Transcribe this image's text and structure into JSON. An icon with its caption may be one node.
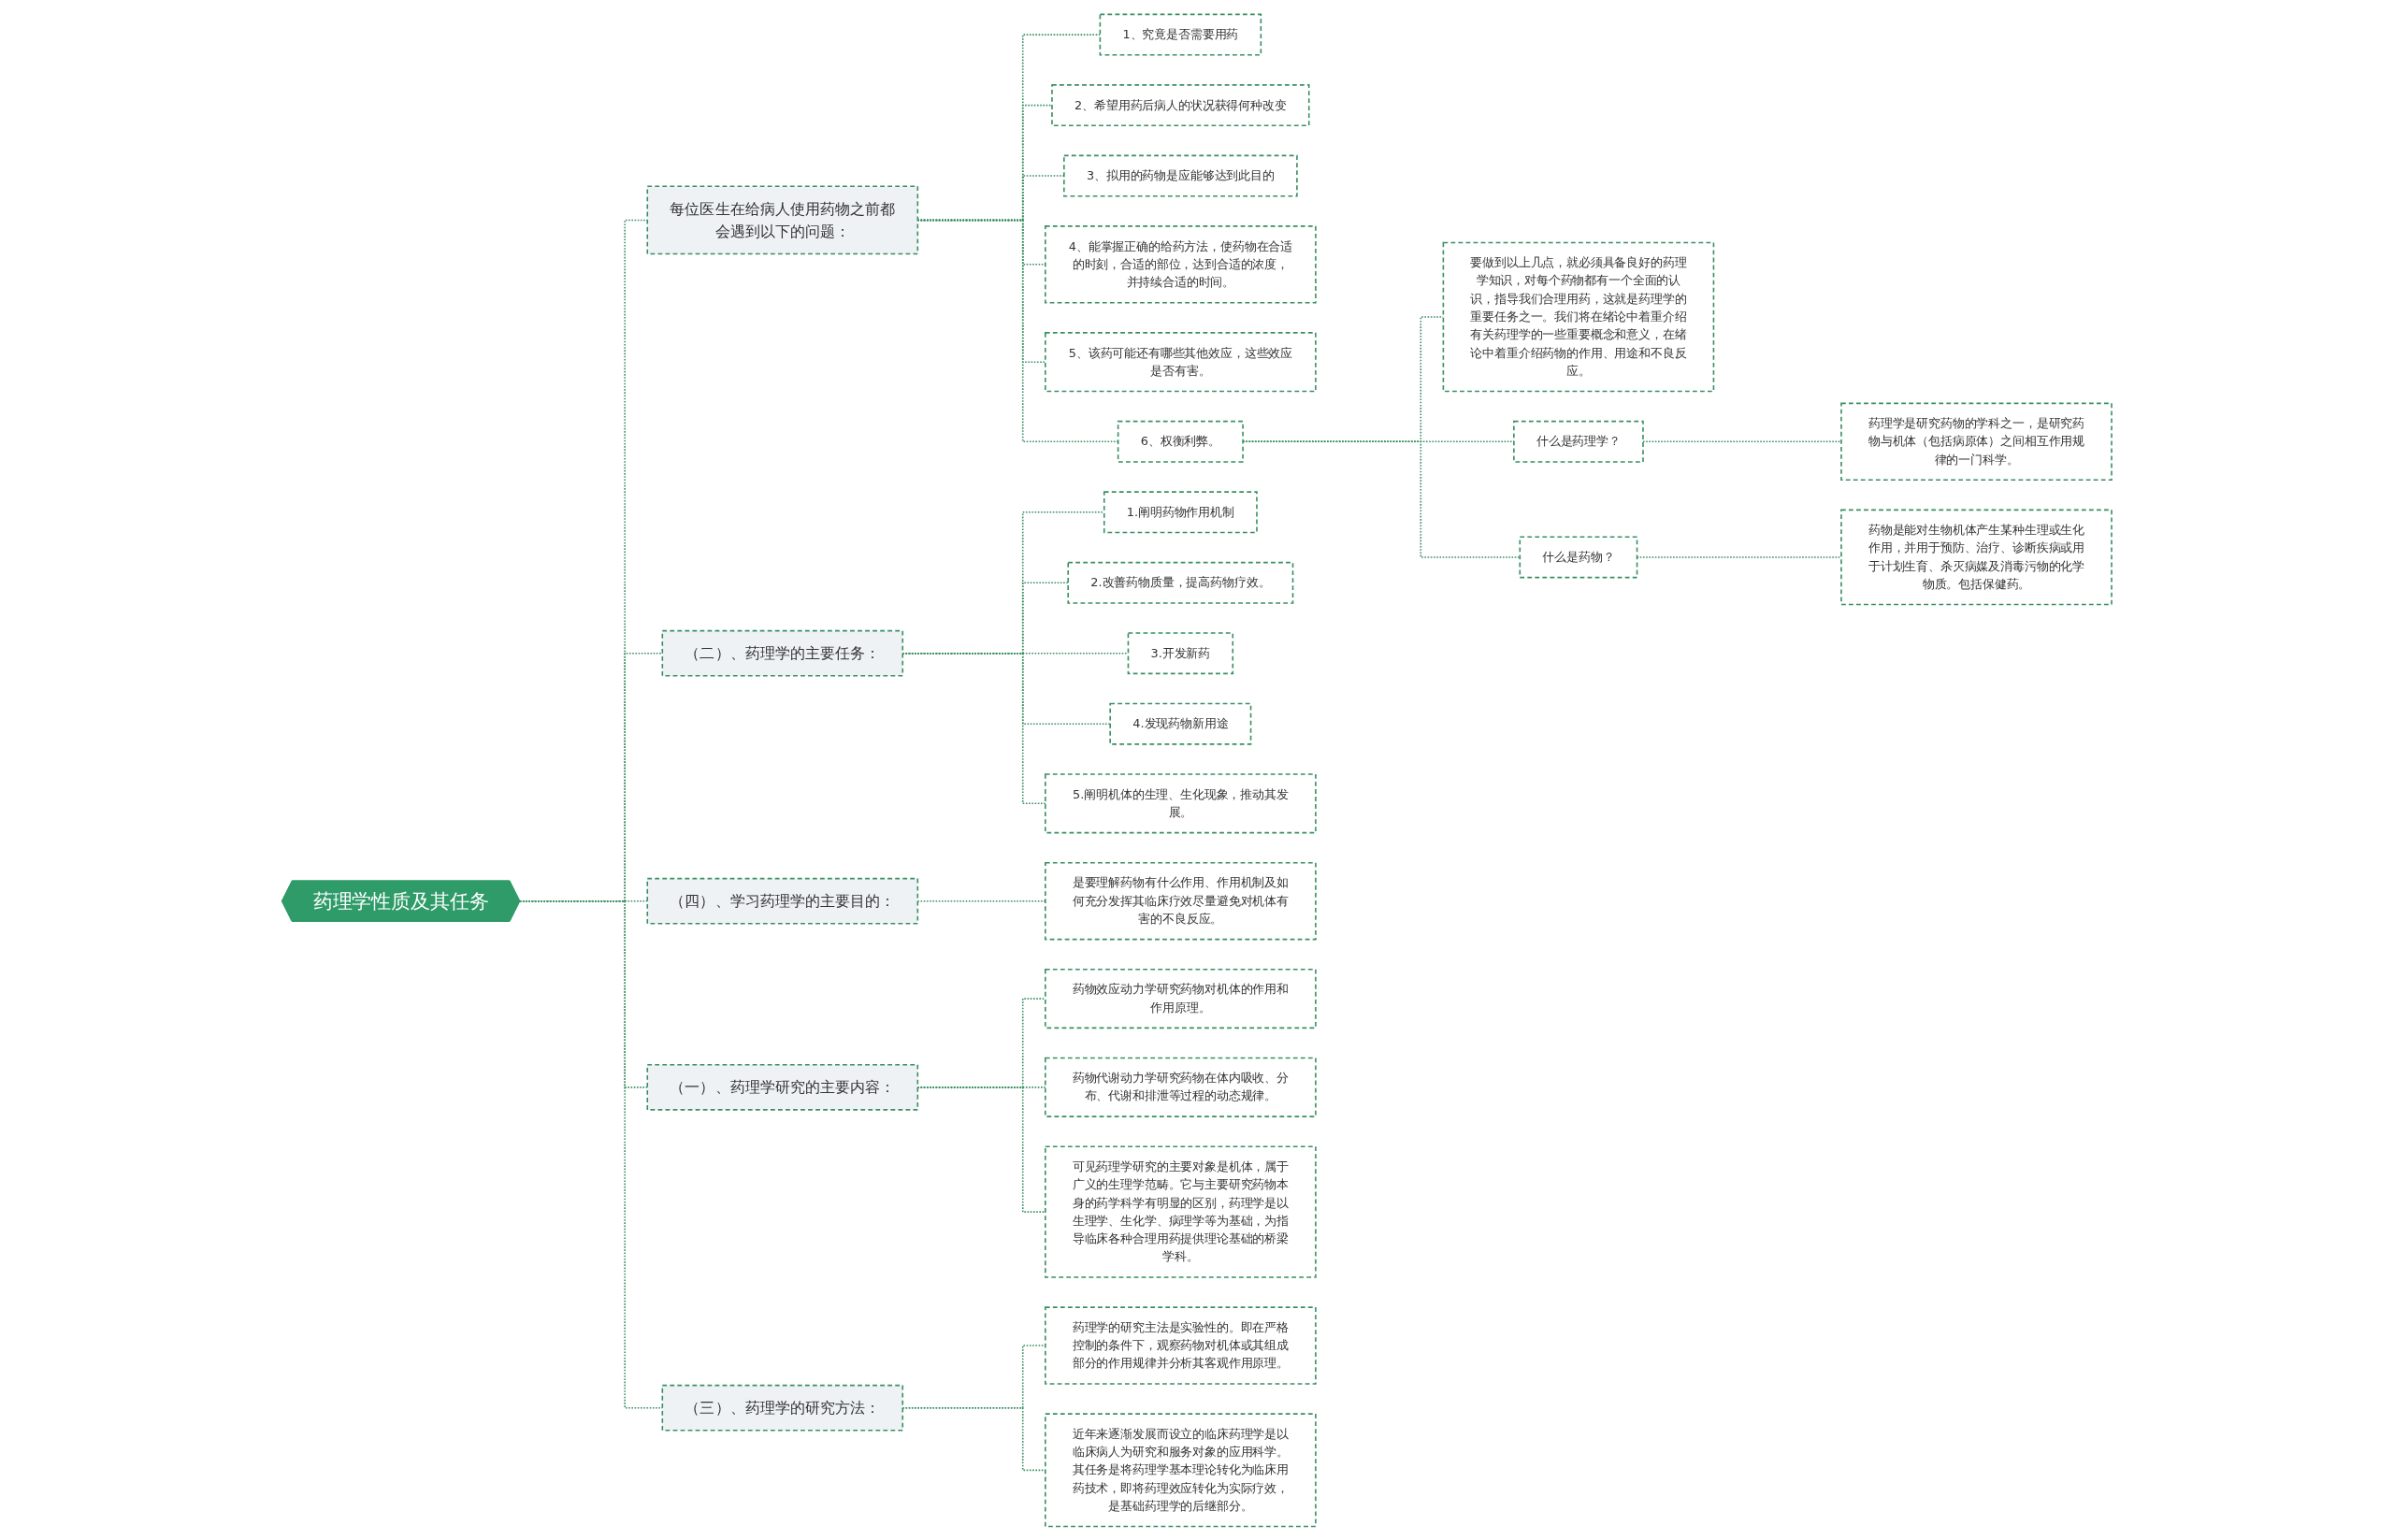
{
  "diagram": {
    "nodes": [
      {
        "text": [
          "药理学性质及其任务"
        ]
      },
      {
        "text": [
          "每位医生在给病人使用药物之前都会遇到以下的问题："
        ]
      },
      {
        "text": [
          "1、究竟是否需要用药"
        ]
      },
      {
        "text": [
          "2、希望用药后病人的状况获得何种改变"
        ]
      },
      {
        "text": [
          "3、拟用的药物是应能够达到此目的"
        ]
      },
      {
        "text": [
          "4、能掌握正确的给药方法，使药物在合适的时刻，合适的部位，达到合适的浓度，并持续合适的时间。"
        ]
      },
      {
        "text": [
          "5、该药可能还有哪些其他效应，这些效应是否有害。"
        ]
      },
      {
        "text": [
          "6、权衡利弊。"
        ]
      },
      {
        "text": [
          "要做到以上几点，就必须具备良好的药理学知识，对每个药物都有一个全面的认识，指导我们合理用药，这就是药理学的重要任务之一。我们将在绪论中着重介绍有关药理学的一些重要概念和意义，在绪论中着重介绍药物的作用、用途和不良反应。"
        ]
      },
      {
        "text": [
          "什么是药理学？"
        ]
      },
      {
        "text": [
          "药理学是研究药物的学科之一，是研究药物与机体（包括病原体）之间相互作用规律的一门科学。"
        ]
      },
      {
        "text": [
          "什么是药物？"
        ]
      },
      {
        "text": [
          "药物是能对生物机体产生某种生理或生化作用，并用于预防、治疗、诊断疾病或用于计划生育、杀灭病媒及消毒污物的化学物质。包括保健药。"
        ]
      },
      {
        "text": [
          "（二）、药理学的主要任务："
        ]
      },
      {
        "text": [
          "1.阐明药物作用机制"
        ]
      },
      {
        "text": [
          "2.改善药物质量，提高药物疗效。"
        ]
      },
      {
        "text": [
          "3.开发新药"
        ]
      },
      {
        "text": [
          "4.发现药物新用途"
        ]
      },
      {
        "text": [
          "5.阐明机体的生理、生化现象，推动其发展。"
        ]
      },
      {
        "text": [
          "（四）、学习药理学的主要目的："
        ]
      },
      {
        "text": [
          "是要理解药物有什么作用、作用机制及如何充分发挥其临床疗效尽量避免对机体有害的不良反应。"
        ]
      },
      {
        "text": [
          "（一）、药理学研究的主要内容："
        ]
      },
      {
        "text": [
          "药物效应动力学研究药物对机体的作用和作用原理。"
        ]
      },
      {
        "text": [
          "药物代谢动力学研究药物在体内吸收、分布、代谢和排泄等过程的动态规律。"
        ]
      },
      {
        "text": [
          "可见药理学研究的主要对象是机体，属于广义的生理学范畴。它与主要研究药物本身的药学科学有明显的区别，药理学是以生理学、生化学、病理学等为基础，为指导临床各种合理用药提供理论基础的桥梁学科。"
        ]
      },
      {
        "text": [
          "（三）、药理学的研究方法："
        ]
      },
      {
        "text": [
          "药理学的研究主法是实验性的。即在严格控制的条件下，观察药物对机体或其组成部分的作用规律并分析其客观作用原理。"
        ]
      },
      {
        "text": [
          "近年来逐渐发展而设立的临床药理学是以临床病人为研究和服务对象的应用科学。其任务是将药理学基本理论转化为临床用药技术，即将药理效应转化为实际疗效，是基础药理学的后继部分。"
        ]
      }
    ],
    "edges": [
      {
        "from": 0,
        "to": 1,
        "arrow": "none",
        "style": "dashed"
      },
      {
        "from": 1,
        "to": 2,
        "arrow": "none",
        "style": "dashed"
      },
      {
        "from": 1,
        "to": 3,
        "arrow": "none",
        "style": "dashed"
      },
      {
        "from": 1,
        "to": 4,
        "arrow": "none",
        "style": "dashed"
      },
      {
        "from": 1,
        "to": 5,
        "arrow": "none",
        "style": "dashed"
      },
      {
        "from": 1,
        "to": 6,
        "arrow": "none",
        "style": "dashed"
      },
      {
        "from": 1,
        "to": 7,
        "arrow": "none",
        "style": "dashed"
      },
      {
        "from": 7,
        "to": 8,
        "arrow": "none",
        "style": "dashed"
      },
      {
        "from": 7,
        "to": 9,
        "arrow": "none",
        "style": "dashed"
      },
      {
        "from": 9,
        "to": 10,
        "arrow": "none",
        "style": "dashed"
      },
      {
        "from": 7,
        "to": 11,
        "arrow": "none",
        "style": "dashed"
      },
      {
        "from": 11,
        "to": 12,
        "arrow": "none",
        "style": "dashed"
      },
      {
        "from": 0,
        "to": 13,
        "arrow": "none",
        "style": "dashed"
      },
      {
        "from": 13,
        "to": 14,
        "arrow": "none",
        "style": "dashed"
      },
      {
        "from": 13,
        "to": 15,
        "arrow": "none",
        "style": "dashed"
      },
      {
        "from": 13,
        "to": 16,
        "arrow": "none",
        "style": "dashed"
      },
      {
        "from": 13,
        "to": 17,
        "arrow": "none",
        "style": "dashed"
      },
      {
        "from": 13,
        "to": 18,
        "arrow": "none",
        "style": "dashed"
      },
      {
        "from": 0,
        "to": 19,
        "arrow": "none",
        "style": "dashed"
      },
      {
        "from": 19,
        "to": 20,
        "arrow": "none",
        "style": "dashed"
      },
      {
        "from": 0,
        "to": 21,
        "arrow": "none",
        "style": "dashed"
      },
      {
        "from": 21,
        "to": 22,
        "arrow": "none",
        "style": "dashed"
      },
      {
        "from": 21,
        "to": 23,
        "arrow": "none",
        "style": "dashed"
      },
      {
        "from": 21,
        "to": 24,
        "arrow": "none",
        "style": "dashed"
      },
      {
        "from": 0,
        "to": 25,
        "arrow": "none",
        "style": "dashed"
      },
      {
        "from": 25,
        "to": 26,
        "arrow": "none",
        "style": "dashed"
      },
      {
        "from": 25,
        "to": 27,
        "arrow": "none",
        "style": "dashed"
      }
    ]
  }
}
